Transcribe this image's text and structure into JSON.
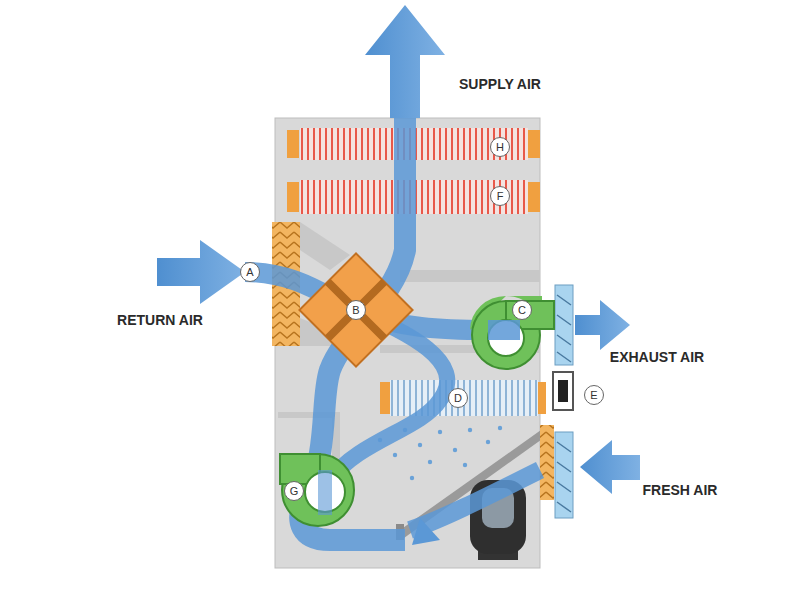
{
  "diagram": {
    "labels": [
      "SUPPLY AIR",
      "H",
      "F",
      "A",
      "RETURN AIR",
      "B",
      "C",
      "EXHAUST AIR",
      "D",
      "E",
      "FRESH AIR",
      "G"
    ]
  }
}
